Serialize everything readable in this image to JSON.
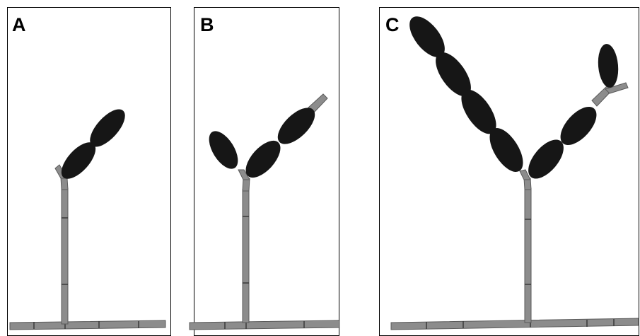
{
  "panels": [
    {
      "label": "A"
    },
    {
      "label": "B"
    },
    {
      "label": "C"
    }
  ],
  "colors": {
    "frame": "#000000",
    "stem": "#8c8c8c",
    "stem_outline": "#5a5a5a",
    "segment_mark": "#3a3a3a",
    "conidia": "#161616",
    "background": "#ffffff"
  }
}
